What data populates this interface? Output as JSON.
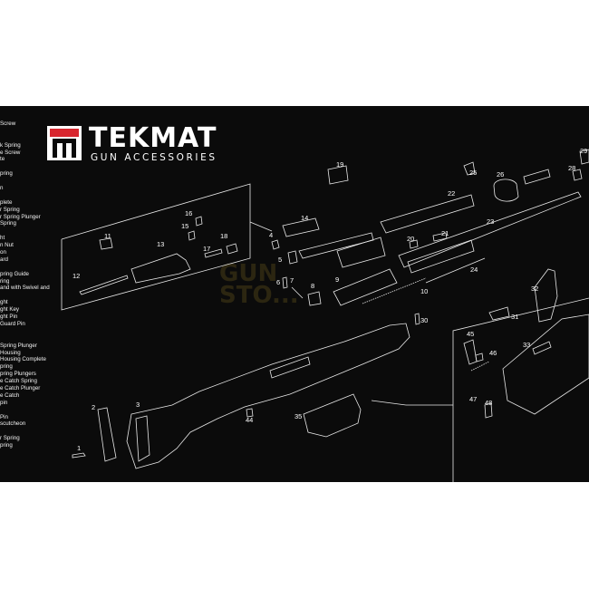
{
  "brand": {
    "name": "TEKMAT",
    "tagline": "GUN ACCESSORIES",
    "accent_color": "#d8262e"
  },
  "watermark": {
    "lines": [
      "GUN",
      "STO..."
    ],
    "color": "#6b5a1e"
  },
  "parts_list": [
    "Screw",
    "",
    "",
    "k Spring",
    "e Screw",
    "te",
    "",
    "pring",
    "",
    "n",
    "",
    "plete",
    "r Spring",
    "r Spring Plunger",
    "Spring",
    "",
    "ht",
    "n Nut",
    "on",
    "ard",
    "",
    "pring Guide",
    "ring",
    "and with Swivel and",
    "",
    "ght",
    "ght Key",
    "ght Pin",
    "Guard Pin",
    "",
    "",
    "Spring Plunger",
    "Housing",
    "Housing Complete",
    "pring",
    "pring Plungers",
    "e Catch Spring",
    "e Catch Plunger",
    "e Catch",
    "pin",
    "",
    "Pin",
    "scutcheon",
    "",
    "r Spring",
    "pring"
  ],
  "part_numbers": [
    "1",
    "2",
    "3",
    "4",
    "5",
    "6",
    "7",
    "8",
    "9",
    "10",
    "11",
    "12",
    "13",
    "14",
    "15",
    "16",
    "17",
    "18",
    "19",
    "20",
    "21",
    "22",
    "23",
    "24",
    "25",
    "26",
    "28",
    "29",
    "30",
    "31",
    "32",
    "33",
    "35",
    "44",
    "45",
    "46",
    "47",
    "48"
  ]
}
